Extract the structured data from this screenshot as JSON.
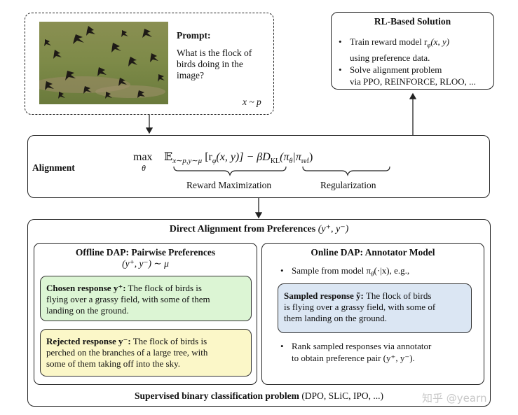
{
  "prompt": {
    "title": "Prompt:",
    "text_lines": [
      "What is the flock of",
      "birds doing in the",
      "image?"
    ],
    "dist": "x ~ p"
  },
  "rl": {
    "title": "RL-Based Solution",
    "items": [
      {
        "line1": "Train reward model r",
        "sub": "φ",
        "tail": "(x, y)",
        "line2": "using preference data."
      },
      {
        "line1": "Solve alignment problem",
        "line2": "via PPO, REINFORCE, RLOO, ..."
      }
    ]
  },
  "alignment": {
    "label": "Alignment",
    "max": "max",
    "theta": "θ",
    "expect_sub": "x∼p,y∼μ",
    "reward_expr": "[r",
    "reward_sub": "φ",
    "reward_tail": "(x, y)]",
    "minus_beta": "− β",
    "dkl": "D",
    "dkl_sub": "KL",
    "dkl_args": "(π",
    "dkl_theta": "θ",
    "dkl_mid": "|π",
    "dkl_ref": "ref",
    "dkl_close": ")",
    "reward_label": "Reward Maximization",
    "reg_label": "Regularization"
  },
  "dap": {
    "title": "Direct Alignment from Preferences",
    "title_pair": "(y⁺, y⁻)",
    "offline": {
      "title": "Offline DAP: Pairwise Preferences",
      "subtitle": "(y⁺, y⁻) ∼ μ",
      "chosen_label": "Chosen response y⁺:",
      "chosen_text_1": " The flock of birds is",
      "chosen_text_2": "flying over a grassy field, with some of them",
      "chosen_text_3": "landing on the ground.",
      "rejected_label": "Rejected response y⁻:",
      "rejected_text_1": " The flock of birds is",
      "rejected_text_2": "perched on the branches of a large tree, with",
      "rejected_text_3": "some of them taking off into the sky."
    },
    "online": {
      "title": "Online DAP: Annotator Model",
      "bullet1": "Sample from model π",
      "bullet1_sub": "θ",
      "bullet1_tail": "(·|x), e.g.,",
      "sampled_label": "Sampled response ỹ:",
      "sampled_text_1": " The flock of birds",
      "sampled_text_2": "is flying over a grassy field, with some of",
      "sampled_text_3": "them landing on the ground.",
      "bullet2_line1": "Rank sampled responses via annotator",
      "bullet2_line2": "to obtain preference pair (y⁺, y⁻)."
    },
    "footer_bold": "Supervised binary classification problem",
    "footer_rest": " (DPO, SLiC, IPO, ...)"
  },
  "watermark": "知乎 @yearn",
  "colors": {
    "chosen_bg": "#dcf5d4",
    "rejected_bg": "#fbf7c8",
    "sampled_bg": "#dbe6f3"
  }
}
